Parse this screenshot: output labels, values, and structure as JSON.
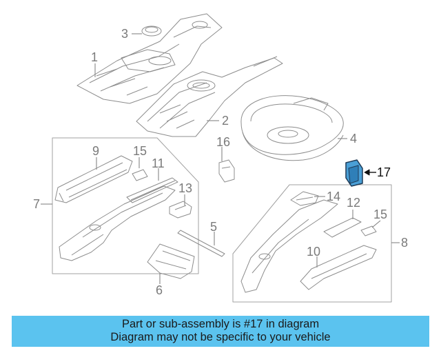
{
  "callouts": {
    "c1": "1",
    "c2": "2",
    "c3": "3",
    "c4": "4",
    "c5": "5",
    "c6": "6",
    "c7": "7",
    "c8": "8",
    "c9": "9",
    "c10": "10",
    "c11": "11",
    "c12": "12",
    "c13": "13",
    "c14": "14",
    "c15a": "15",
    "c15b": "15",
    "c16": "16",
    "c17": "17"
  },
  "highlight_color": "#4a9fd6",
  "banner": {
    "line1": "Part or sub-assembly is #17 in diagram",
    "line2": "Diagram may not be specific to your vehicle"
  }
}
